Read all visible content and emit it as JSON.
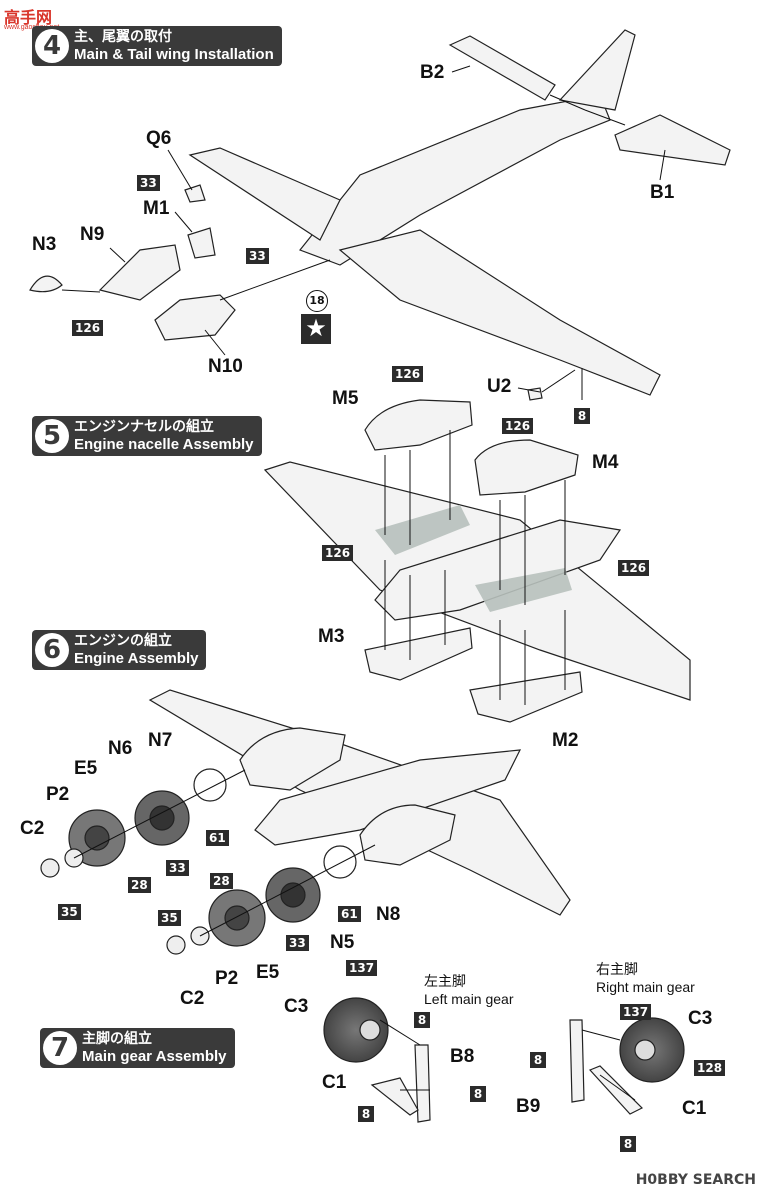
{
  "watermark": {
    "brand": "高手网",
    "url": "www.gaoshou.net",
    "search": "H0BBY SEARCH"
  },
  "steps": {
    "s4": {
      "num": "4",
      "jp": "主、尾翼の取付",
      "en": "Main & Tail wing Installation"
    },
    "s5": {
      "num": "5",
      "jp": "エンジンナセルの組立",
      "en": "Engine nacelle Assembly"
    },
    "s6": {
      "num": "6",
      "jp": "エンジンの組立",
      "en": "Engine Assembly"
    },
    "s7": {
      "num": "7",
      "jp": "主脚の組立",
      "en": "Main gear Assembly"
    }
  },
  "parts": {
    "b2": "B2",
    "b1": "B1",
    "q6": "Q6",
    "m1": "M1",
    "n9": "N9",
    "n3": "N3",
    "n10": "N10",
    "u2": "U2",
    "m5": "M5",
    "m4": "M4",
    "m3": "M3",
    "m2": "M2",
    "n6": "N6",
    "n7": "N7",
    "e5a": "E5",
    "p2a": "P2",
    "c2a": "C2",
    "n8": "N8",
    "n5": "N5",
    "e5b": "E5",
    "p2b": "P2",
    "c2b": "C2",
    "c3a": "C3",
    "b8": "B8",
    "c1a": "C1",
    "c3b": "C3",
    "b9": "B9",
    "c1b": "C1"
  },
  "colors": {
    "c33a": "33",
    "c33b": "33",
    "c33c": "33",
    "c126a": "126",
    "c8a": "8",
    "c126b": "126",
    "c126c": "126",
    "c126d": "126",
    "c126e": "126",
    "c61a": "61",
    "c33d": "33",
    "c28a": "28",
    "c35a": "35",
    "c61b": "61",
    "c28b": "28",
    "c35b": "35",
    "c33e": "33",
    "c137a": "137",
    "c8b": "8",
    "c8c": "8",
    "c8d": "8",
    "c137b": "137",
    "c8e": "8",
    "c128": "128",
    "c8f": "8"
  },
  "decal": "18",
  "gear_labels": {
    "left_jp": "左主脚",
    "left_en": "Left main gear",
    "right_jp": "右主脚",
    "right_en": "Right main gear"
  }
}
